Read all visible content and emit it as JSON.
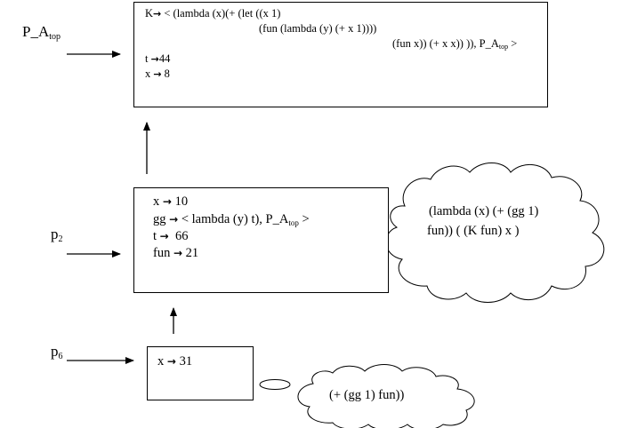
{
  "frames": {
    "top": {
      "label_main": "P_A",
      "label_sub": "top",
      "lines": {
        "k_binding_head": "K",
        "k_binding_body": " < (lambda (x)(+ (let ((x 1)",
        "k_binding_line2": "(fun (lambda (y) (+ x 1))))",
        "k_binding_line3a": "(fun x)) (+ x x)) )), P_A",
        "k_binding_line3_sub": "top",
        "k_binding_line3b": " >",
        "t_binding": "t ",
        "t_value": "44",
        "x_binding": "x ",
        "x_value": "8"
      }
    },
    "p2": {
      "label_main": "p",
      "label_sub": "2",
      "lines": {
        "x_binding": "x ",
        "x_value": " 10",
        "gg_binding": "gg ",
        "gg_value_a": " < lambda (y) t), P_A",
        "gg_value_sub": "top",
        "gg_value_b": " >",
        "t_binding": "t ",
        "t_value": "  66",
        "fun_binding": "fun ",
        "fun_value": " 21"
      },
      "thought": {
        "line1": "(lambda (x) (+ (gg 1)",
        "line2": "fun)) ( (K fun)  x )"
      }
    },
    "p6": {
      "label_main": "p",
      "label_sub": "6",
      "lines": {
        "x_binding": "x ",
        "x_value": " 31"
      },
      "thought": {
        "line1": "(+ (gg 1) fun))"
      }
    }
  },
  "glyphs": {
    "binding_arrow": "→"
  },
  "colors": {
    "stroke": "#000000",
    "background": "#ffffff"
  }
}
